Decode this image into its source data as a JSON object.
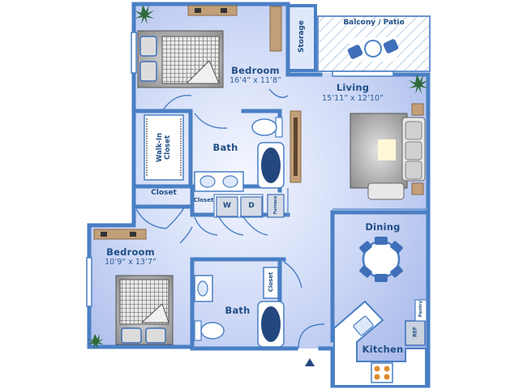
{
  "rooms": {
    "bedroom_1": {
      "label": "Bedroom",
      "dims": "16’4” x 11’8”"
    },
    "living": {
      "label": "Living",
      "dims": "15’11” x 12’10”"
    },
    "bedroom_2": {
      "label": "Bedroom",
      "dims": "10’9” x 13’7”"
    },
    "bath_1": {
      "label": "Bath"
    },
    "bath_2": {
      "label": "Bath"
    },
    "dining": {
      "label": "Dining"
    },
    "kitchen": {
      "label": "Kitchen"
    },
    "storage": {
      "label": "Storage"
    },
    "balcony": {
      "label": "Balcony / Patio"
    },
    "walkin_closet": {
      "line1": "Walk-In",
      "line2": "Closet"
    },
    "closet_hall": {
      "label": "Closet"
    },
    "closet_laundry": {
      "label": "Closet"
    },
    "closet_bath": {
      "label": "Closet"
    }
  },
  "appliances": {
    "washer": "W",
    "dryer": "D",
    "furnace": "Furnace",
    "pantry": "Pantry",
    "fridge": "REF"
  },
  "colors": {
    "wall": "#4a7fc4",
    "floor_center": "#f2f5fd",
    "floor_edge": "#a9bbec",
    "text": "#1f4e86",
    "wood": "#b8926a",
    "furniture": "#9a9a9a"
  },
  "icons": [
    "plant-icon",
    "entry-arrow-icon",
    "bed-icon",
    "sofa-icon",
    "toilet-icon",
    "bathtub-icon",
    "sink-icon",
    "dining-table-icon",
    "stove-icon"
  ]
}
